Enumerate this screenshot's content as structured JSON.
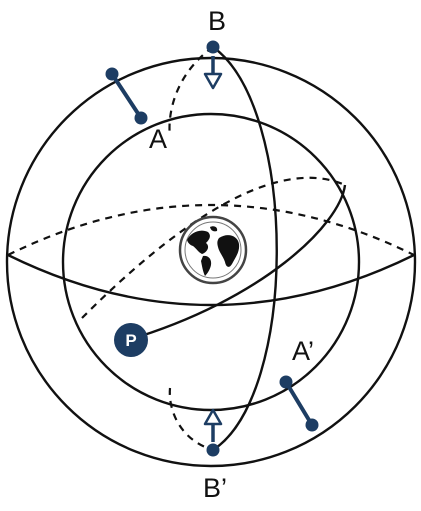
{
  "labels": {
    "A": "A",
    "A_prime": "A’",
    "B": "B",
    "B_prime": "B’",
    "P": "P"
  },
  "colors": {
    "line": "#111111",
    "marker": "#1d3d63",
    "background": "#ffffff"
  },
  "icons": {
    "center": "earth-globe-icon",
    "top_arrow": "arrow-down-icon",
    "bottom_arrow": "arrow-up-icon"
  }
}
